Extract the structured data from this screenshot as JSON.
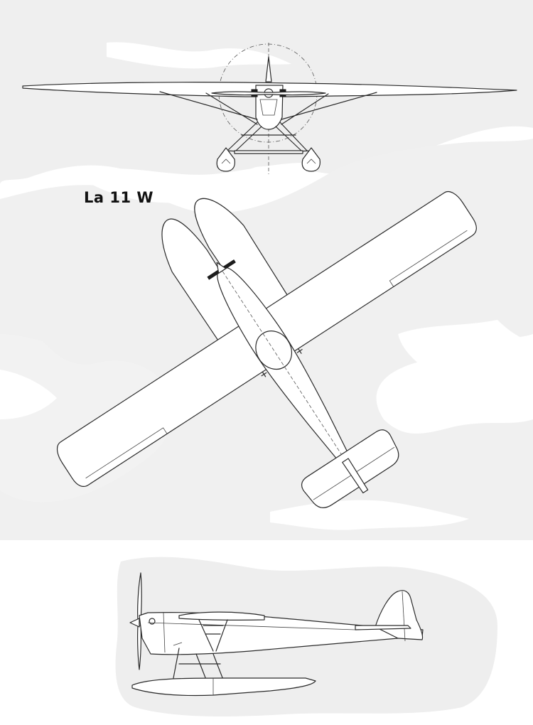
{
  "drawing": {
    "designation": "La 11 W",
    "views": [
      "front-view",
      "plan-view",
      "side-view"
    ]
  },
  "colors": {
    "paper": "#efefef",
    "ink": "#2a2a2a"
  }
}
